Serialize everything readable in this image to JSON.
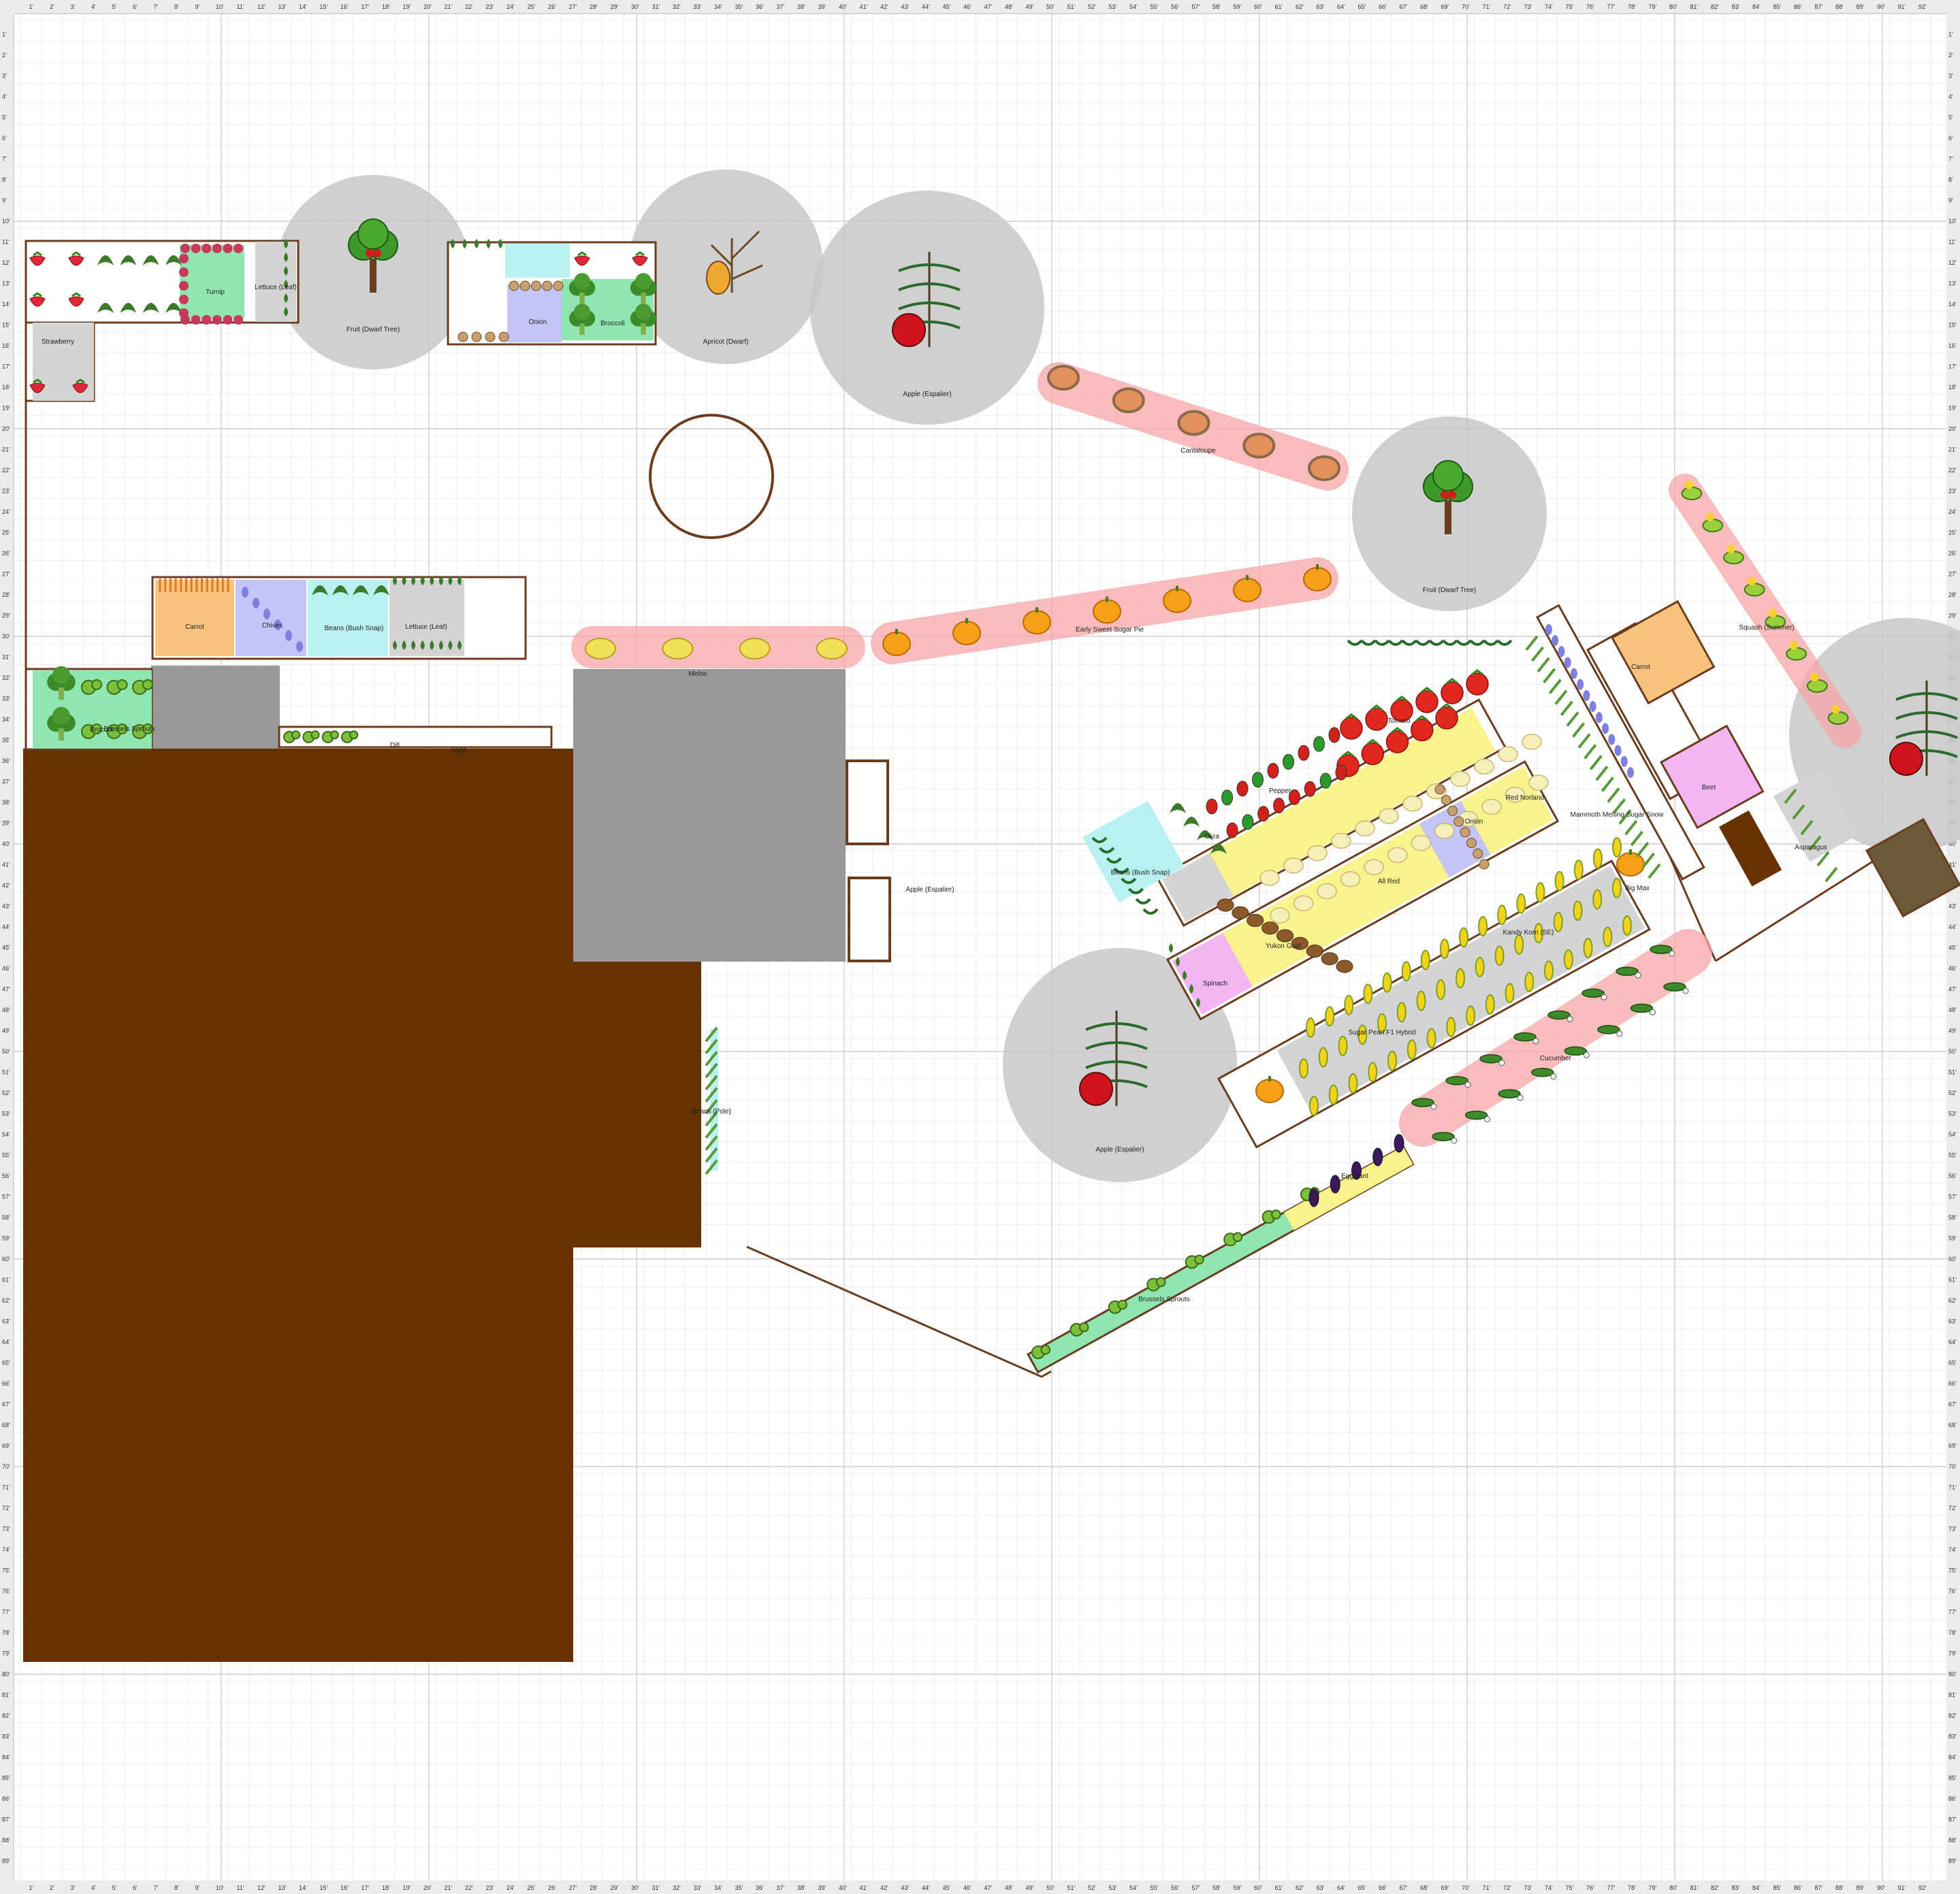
{
  "plan_items": [
    {
      "label": "Fruit (Dwarf Tree)",
      "icon": "cherry-tree-icon"
    },
    {
      "label": "Apricot (Dwarf)",
      "icon": "apricot-tree-icon"
    },
    {
      "label": "Apple (Espalier)",
      "icon": "apple-espalier-icon"
    },
    {
      "label": "Cantaloupe",
      "icon": "cantaloupe-icon"
    },
    {
      "label": "Fruit (Dwarf Tree)",
      "icon": "cherry-tree-icon"
    },
    {
      "label": "Early Sweet Sugar Pie",
      "icon": "pumpkin-icon"
    },
    {
      "label": "Melon",
      "icon": "melon-icon"
    },
    {
      "label": "Squash (Summer)",
      "icon": "squash-icon"
    },
    {
      "label": "Apple (Espalier)",
      "icon": "apple-espalier-icon"
    },
    {
      "label": "Apple (Espalier)",
      "icon": "apple-espalier-icon"
    },
    {
      "label": "Big Max",
      "icon": "pumpkin-icon"
    },
    {
      "label": "Cucumber",
      "icon": "cucumber-icon"
    },
    {
      "label": "Brussels Sprouts",
      "icon": "sprouts-icon"
    },
    {
      "label": "Eggplant",
      "icon": "eggplant-icon"
    },
    {
      "label": "Tomato",
      "icon": "tomato-icon"
    },
    {
      "label": "Pepper",
      "icon": "pepper-icon"
    },
    {
      "label": "Okra",
      "icon": "okra-icon"
    },
    {
      "label": "Beans (Bush Snap)",
      "icon": "bean-icon"
    },
    {
      "label": "Red Norland",
      "icon": "potato-icon"
    },
    {
      "label": "Onion",
      "icon": "onion-icon"
    },
    {
      "label": "All Red",
      "icon": "potato-icon"
    },
    {
      "label": "Yukon Gold",
      "icon": "potato-icon"
    },
    {
      "label": "Spinach",
      "icon": "spinach-icon"
    },
    {
      "label": "Kandy Korn (SE)",
      "icon": "corn-icon"
    },
    {
      "label": "Sugar Pearl F1 Hybrid",
      "icon": "corn-icon"
    },
    {
      "label": "Mammoth Melting Sugar Snow",
      "icon": "pea-icon"
    },
    {
      "label": "Carrot",
      "icon": "carrot-icon"
    },
    {
      "label": "Beet",
      "icon": "beet-icon"
    },
    {
      "label": "Asparagus",
      "icon": "asparagus-icon"
    },
    {
      "label": "Carrot",
      "icon": "carrot-icon"
    },
    {
      "label": "Chives",
      "icon": "chives-icon"
    },
    {
      "label": "Beans (Bush Snap)",
      "icon": "bean-icon"
    },
    {
      "label": "Lettuce (Leaf)",
      "icon": "lettuce-icon"
    },
    {
      "label": "Turnip",
      "icon": "turnip-icon"
    },
    {
      "label": "Lettuce (Leaf)",
      "icon": "lettuce-icon"
    },
    {
      "label": "Strawberry",
      "icon": "strawberry-icon"
    },
    {
      "label": "Onion",
      "icon": "onion-icon"
    },
    {
      "label": "Broccoli",
      "icon": "broccoli-icon"
    },
    {
      "label": "Broccoli",
      "icon": "broccoli-icon"
    },
    {
      "label": "Brussels Sprouts",
      "icon": "sprouts-icon"
    },
    {
      "label": "Dill",
      "icon": "dill-icon"
    },
    {
      "label": "Sage",
      "icon": "sage-icon"
    },
    {
      "label": "Beans (Pole)",
      "icon": "pole-bean-icon"
    }
  ],
  "colors": {
    "background": "#ffffff",
    "grid": "#dcdcdc",
    "grid_major": "#bdbdbd",
    "structure": "#663300",
    "paving": "#999999",
    "bed_outline": "#6b3d1e",
    "tree_canopy": "#c8c8c8",
    "vine_glow": "#f7a6a6",
    "carrot_fill": "#f8c37e",
    "chive_fill": "#c4c4f7",
    "bean_fill": "#b8f2f0",
    "lettuce_fill": "#c8c8c8",
    "sprout_fill": "#8fe6b0",
    "potato_fill": "#f8f38a",
    "spinach_fill": "#f2b6f2",
    "corn_fill": "#d4d4d4"
  }
}
